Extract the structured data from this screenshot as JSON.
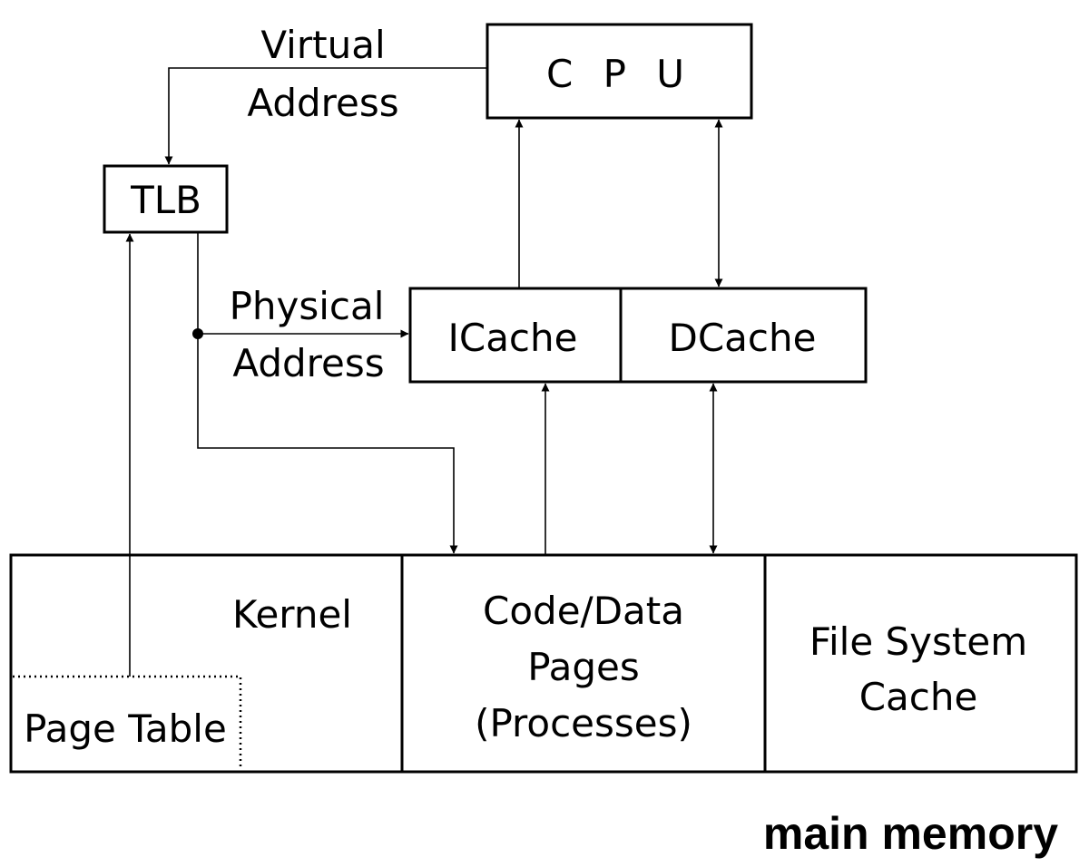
{
  "nodes": {
    "cpu": "C P U",
    "tlb": "TLB",
    "icache": "ICache",
    "dcache": "DCache",
    "kernel": "Kernel",
    "page_table": "Page Table",
    "code_data_pages": [
      "Code/Data",
      "Pages",
      "(Processes)"
    ],
    "file_system_cache": [
      "File System",
      "Cache"
    ]
  },
  "edge_labels": {
    "virtual_address": [
      "Virtual",
      "Address"
    ],
    "physical_address": [
      "Physical",
      "Address"
    ]
  },
  "caption": "main memory"
}
